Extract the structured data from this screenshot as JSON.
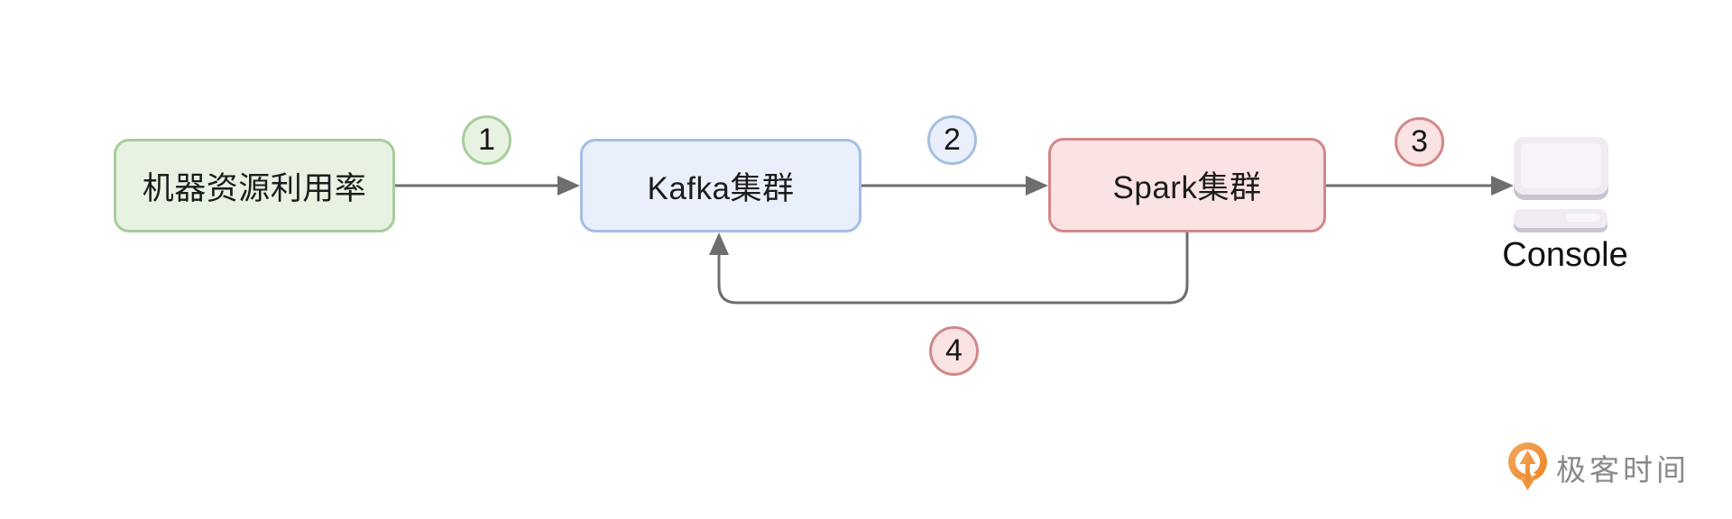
{
  "canvas": {
    "background": "#ffffff"
  },
  "diagram": {
    "nodes": [
      {
        "id": "machine-utilization",
        "label": "机器资源利用率",
        "fill": "#e8f2e3",
        "border": "#a7cd99"
      },
      {
        "id": "kafka-cluster",
        "label": "Kafka集群",
        "fill": "#e9f0fb",
        "border": "#a4bfe3"
      },
      {
        "id": "spark-cluster",
        "label": "Spark集群",
        "fill": "#fbe3e3",
        "border": "#d2878a"
      },
      {
        "id": "console",
        "label": "Console"
      }
    ],
    "step_badges": [
      {
        "label": "1",
        "fill": "#e8f2e3",
        "border": "#a7cd99"
      },
      {
        "label": "2",
        "fill": "#e9f0fb",
        "border": "#a4bfe3"
      },
      {
        "label": "3",
        "fill": "#fbe3e3",
        "border": "#d2878a"
      },
      {
        "label": "4",
        "fill": "#fbe3e3",
        "border": "#d2878a"
      }
    ],
    "flow": [
      "机器资源利用率 -> Kafka集群 (1)",
      "Kafka集群 -> Spark集群 (2)",
      "Spark集群 -> Console (3)",
      "Spark集群 -> Kafka集群 (4)"
    ],
    "arrow_color": "#6e6e6e"
  },
  "watermark": {
    "brand": "极客时间",
    "logo_orange": "#ee8a2a",
    "text_color": "#89898c"
  }
}
